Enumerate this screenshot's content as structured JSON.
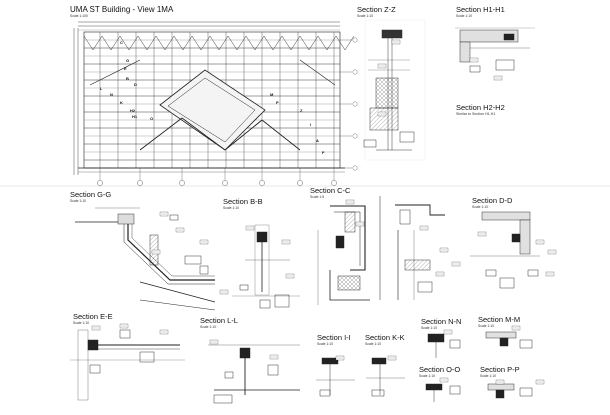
{
  "sheet": {
    "elevation": {
      "title": "UMA ST Building - View 1MA",
      "scale": "Scale 1:100"
    },
    "sections": [
      {
        "id": "zz",
        "title": "Section Z-Z",
        "scale": "Scale 1:10",
        "note": ""
      },
      {
        "id": "h1",
        "title": "Section H1-H1",
        "scale": "Scale 1:10",
        "note": ""
      },
      {
        "id": "h2",
        "title": "Section H2-H2",
        "scale": "",
        "note": "Similar to Section H1-H1"
      },
      {
        "id": "gg",
        "title": "Section G-G",
        "scale": "Scale 1:10",
        "note": ""
      },
      {
        "id": "bb",
        "title": "Section B-B",
        "scale": "Scale 1:10",
        "note": ""
      },
      {
        "id": "cc",
        "title": "Section C-C",
        "scale": "Scale 1:5",
        "note": ""
      },
      {
        "id": "dd",
        "title": "Section D-D",
        "scale": "Scale 1:10",
        "note": ""
      },
      {
        "id": "ee",
        "title": "Section E-E",
        "scale": "Scale 1:10",
        "note": ""
      },
      {
        "id": "ll",
        "title": "Section L-L",
        "scale": "Scale 1:10",
        "note": ""
      },
      {
        "id": "ii",
        "title": "Section I-I",
        "scale": "Scale 1:10",
        "note": ""
      },
      {
        "id": "kk",
        "title": "Section K-K",
        "scale": "Scale 1:10",
        "note": ""
      },
      {
        "id": "nn",
        "title": "Section N-N",
        "scale": "Scale 1:10",
        "note": ""
      },
      {
        "id": "mm",
        "title": "Section M-M",
        "scale": "Scale 1:10",
        "note": ""
      },
      {
        "id": "oo",
        "title": "Section O-O",
        "scale": "Scale 1:10",
        "note": ""
      },
      {
        "id": "pp",
        "title": "Section P-P",
        "scale": "Scale 1:10",
        "note": ""
      }
    ],
    "elevation_tags": [
      "C",
      "G",
      "E",
      "B",
      "D",
      "L",
      "N",
      "K",
      "H2",
      "H1",
      "O",
      "M",
      "P",
      "Z",
      "I",
      "A",
      "F"
    ]
  }
}
